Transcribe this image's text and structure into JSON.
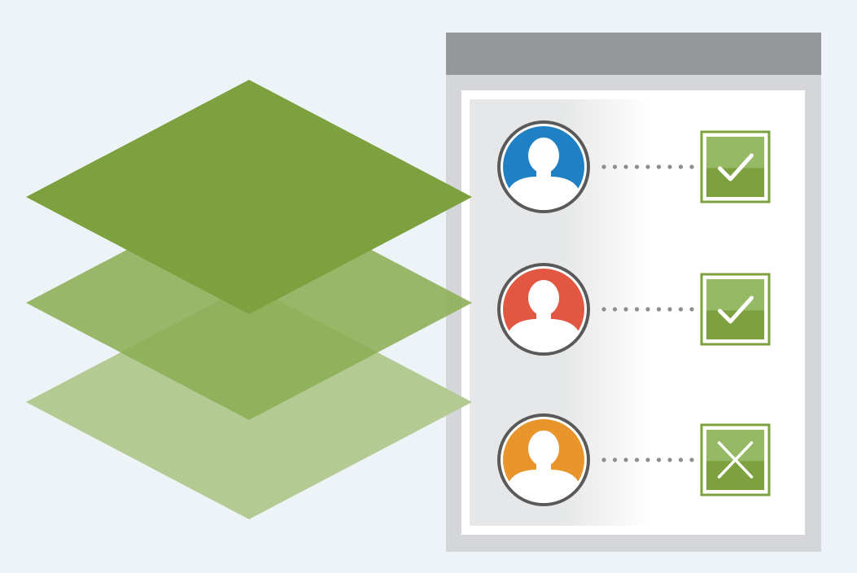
{
  "colors": {
    "background": "#eef3f8",
    "layer_top": "#7da13e",
    "layer_middle": "#8cae54",
    "layer_bottom": "#b3ca92",
    "panel_frame": "#d4d6d9",
    "panel_header": "#96979b",
    "panel_inner_white": "#ffffff",
    "panel_gradient_gray": "#e6e7e8",
    "avatar_ring": "#5a5a5a",
    "connector_dots": "#8d8d8d",
    "checkbox_green": "#7da13e",
    "checkbox_green_light": "#96b965",
    "mark_white": "#ffffff"
  },
  "layers": [
    {
      "name": "bottom-layer",
      "color_key": "layer_bottom"
    },
    {
      "name": "middle-layer",
      "color_key": "layer_middle"
    },
    {
      "name": "top-layer",
      "color_key": "layer_top"
    }
  ],
  "panel": {
    "header_text": ""
  },
  "users": [
    {
      "avatar_icon": "user-avatar-icon",
      "avatar_color": "#1f80c4",
      "status": "approved",
      "status_icon": "checkmark-icon"
    },
    {
      "avatar_icon": "user-avatar-icon",
      "avatar_color": "#e25742",
      "status": "approved",
      "status_icon": "checkmark-icon"
    },
    {
      "avatar_icon": "user-avatar-icon",
      "avatar_color": "#e8952c",
      "status": "denied",
      "status_icon": "x-mark-icon"
    }
  ]
}
